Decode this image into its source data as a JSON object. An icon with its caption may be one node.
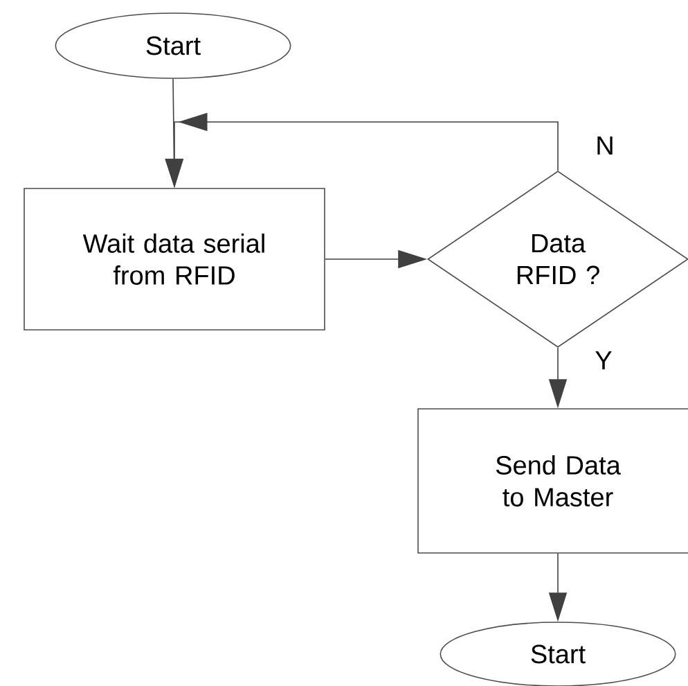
{
  "diagram": {
    "nodes": [
      {
        "text": [
          "Start"
        ]
      },
      {
        "text": [
          "Wait data serial from RFID"
        ]
      },
      {
        "text": [
          "Data RFID ?"
        ]
      },
      {
        "text": [
          "Send Data to Master"
        ]
      },
      {
        "text": [
          "Start"
        ]
      }
    ],
    "edges": [
      {
        "from": 0,
        "to": 1,
        "arrow": "to"
      },
      {
        "from": 2,
        "to": 1,
        "arrow": "to",
        "label": "N"
      },
      {
        "from": 1,
        "to": 2,
        "arrow": "to"
      },
      {
        "from": 2,
        "to": 3,
        "arrow": "to",
        "label": "Y"
      },
      {
        "from": 3,
        "to": 4,
        "arrow": "to"
      }
    ]
  }
}
